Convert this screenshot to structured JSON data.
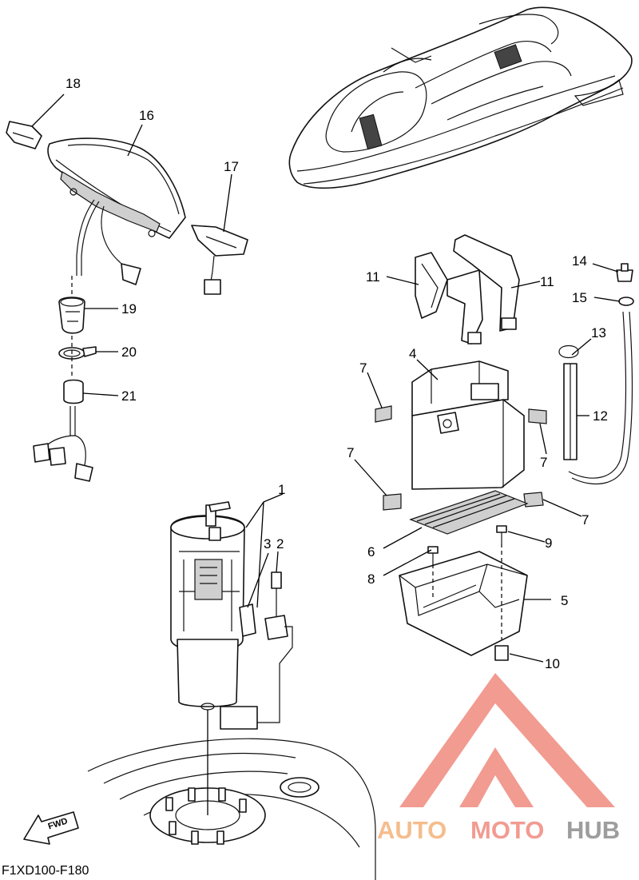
{
  "diagram_code": "F1XD100-F180",
  "fwd_label": "FWD",
  "watermark": {
    "part1": "AUTO",
    "part2": "MOTO",
    "part3": "HUB"
  },
  "callouts": {
    "c1": "1",
    "c2": "2",
    "c3": "3",
    "c4": "4",
    "c5": "5",
    "c6": "6",
    "c7": "7",
    "c8": "8",
    "c9": "9",
    "c10": "10",
    "c11": "11",
    "c12": "12",
    "c13": "13",
    "c14": "14",
    "c15": "15",
    "c16": "16",
    "c17": "17",
    "c18": "18",
    "c19": "19",
    "c20": "20",
    "c21": "21"
  },
  "colors": {
    "ink": "#111111",
    "watermark_red": "#f08a7e",
    "watermark_orange": "#f4b27a",
    "watermark_gray": "#8c8c8c"
  }
}
